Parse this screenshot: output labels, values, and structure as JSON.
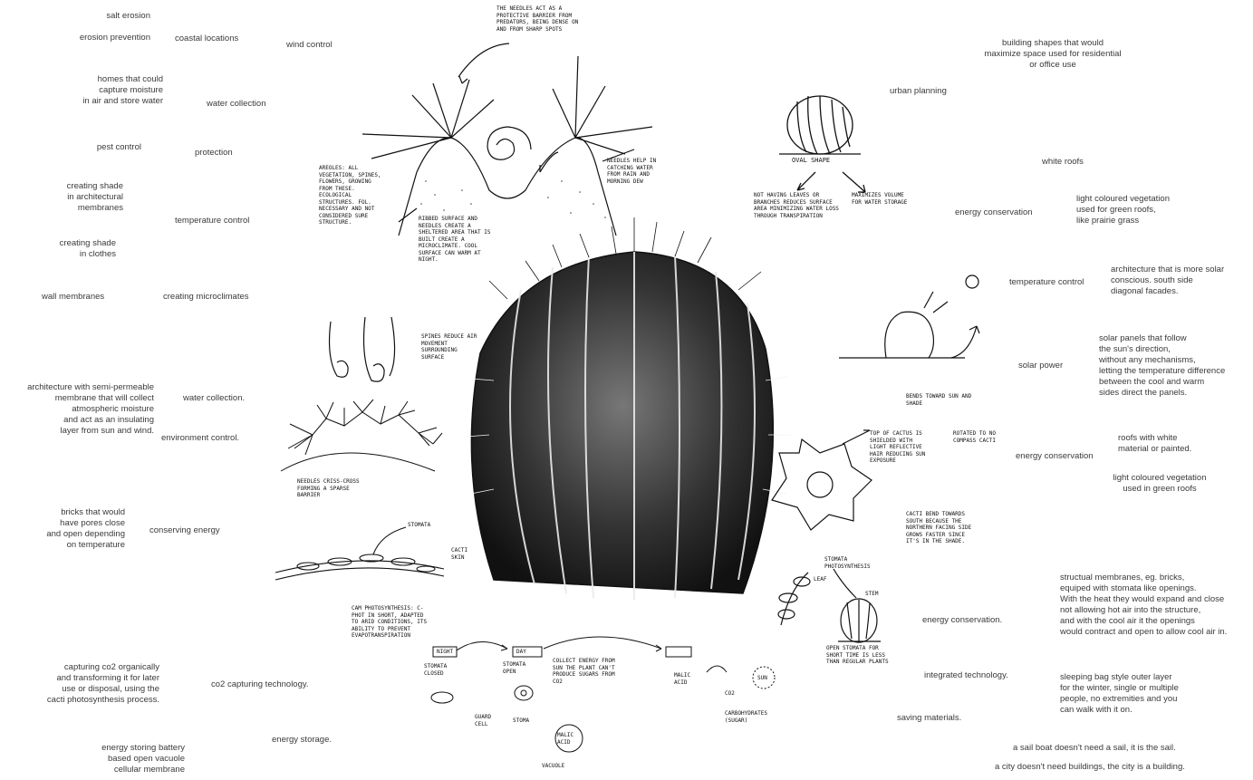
{
  "left": {
    "salt_erosion": "salt erosion",
    "erosion_prevention": "erosion prevention",
    "coastal_locations": "coastal locations",
    "wind_control": "wind control",
    "homes_moisture": "homes that could\ncapture moisture\nin air and store water",
    "water_collection": "water collection",
    "pest_control": "pest control",
    "protection": "protection",
    "shade_membranes": "creating shade\nin architectural\nmembranes",
    "temperature_control": "temperature control",
    "shade_clothes": "creating shade\nin clothes",
    "wall_membranes": "wall membranes",
    "microclimates": "creating microclimates",
    "semi_permeable": "architecture with semi-permeable\nmembrane that will collect\natmospheric moisture\nand act as an insulating\nlayer from sun and wind.",
    "water_collection_2": "water collection.",
    "environment_control": "environment control.",
    "bricks_pores": "bricks that would\nhave pores close\nand open depending\non temperature",
    "conserving_energy": "conserving energy",
    "co2_capture": "capturing co2 organically\nand transforming it for later\nuse or disposal, using the\ncacti photosynthesis process.",
    "co2_tech": "co2 capturing technology.",
    "battery": "energy storing battery\nbased open vacuole\ncellular membrane",
    "energy_storage": "energy storage."
  },
  "right": {
    "building_shapes": "building shapes that would\nmaximize space used for residential\nor office use",
    "urban_planning": "urban planning",
    "white_roofs": "white roofs",
    "light_veg": "light coloured vegetation\nused for green roofs,\nlike prairie grass",
    "energy_conservation": "energy conservation",
    "temperature_control": "temperature control",
    "solar_architecture": "architecture that is more solar\nconscious. south side\ndiagonal facades.",
    "solar_power": "solar power",
    "solar_panels": "solar panels that follow\nthe sun's direction,\nwithout any mechanisms,\nletting the temperature difference\nbetween the cool and warm\nsides direct the panels.",
    "roofs_white": "roofs with white\nmaterial or painted.",
    "energy_conservation_2": "energy conservation",
    "light_veg_2": "light coloured vegetation\nused in green roofs",
    "structural_membranes": "structual membranes, eg. bricks,\nequiped with stomata like openings.\nWith the heat they would expand and close\nnot allowing hot air into the structure,\nand with the cool air it the openings\nwould contract and open to allow cool air in.",
    "energy_conservation_3": "energy conservation.",
    "integrated_tech": "integrated technology.",
    "sleeping_bag": "sleeping bag style outer layer\nfor the winter, single or multiple\npeople, no extremities and you\ncan walk with it on.",
    "saving_materials": "saving materials.",
    "sail_boat": "a sail boat doesn't need a sail, it is the sail.",
    "city": "a city doesn't need buildings, the city is a building."
  },
  "sketch_notes": {
    "spines_note": "the needles act as a protective barrier from predators, being dense on and from sharp spots",
    "areoles": "areoles: all vegetation, spines, flowers, growing from these. ecological structures. fol. necessary and not considered sure structure.",
    "ribs": "ribbed surface and needles create a sheltered area that is built create a microclimate. cool surface can warm at night.",
    "needles_help": "needles help in catching water from rain and morning dew",
    "oval_shape": "oval shape",
    "oval_left": "not having leaves or branches reduces surface area minimizing water loss through transpiration",
    "oval_right": "maximizes volume for water storage",
    "spines_reduce": "spines reduce air movement surrounding surface",
    "needles_cross": "needles criss-cross forming a sparse barrier",
    "stomata": "stomata",
    "cacti_skin": "cacti skin",
    "bends": "bends toward sun and shade",
    "top_cactus": "top of cactus is shielded with light reflective hair reducing sun exposure",
    "rotated": "rotated to no compass cacti",
    "cacti_bend": "cacti bend towards south because the northern facing side grows faster since it's in the shade.",
    "stomata_photo": "stomata photosynthesis",
    "leaf": "leaf",
    "stem": "stem",
    "open_stomata": "open stomata for short time is less than regular plants",
    "cam": "cam photosynthesis: c-phot in short, adapted to arid conditions, its ability to prevent evapotranspiration",
    "night": "night",
    "day": "day",
    "stomata_closed": "stomata closed",
    "stomata_open": "stomata open",
    "energy_sun": "collect energy from sun the plant can't produce sugars from co2",
    "malic": "malic acid",
    "co2": "co2",
    "carbohydrates": "carbohydrates (sugar)",
    "vacuole": "vacuole",
    "malic_acid_cell": "malic acid",
    "sun": "sun",
    "guard_cell": "guard cell",
    "stoma": "stoma"
  }
}
